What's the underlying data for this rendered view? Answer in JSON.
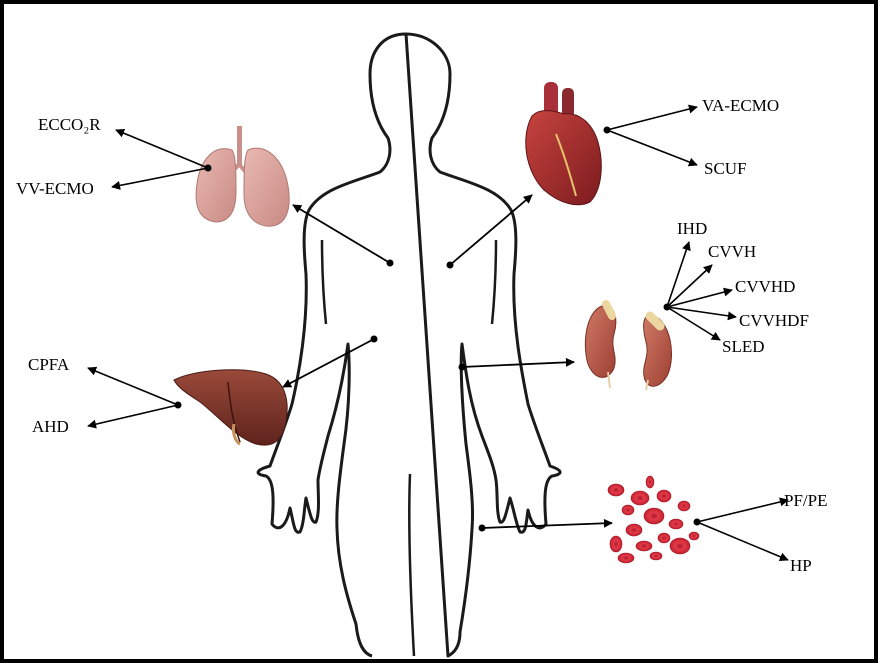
{
  "labels": {
    "lungs": [
      "ECCO₂R",
      "VV-ECMO"
    ],
    "heart": [
      "VA-ECMO",
      "SCUF"
    ],
    "kidneys": [
      "IHD",
      "CVVH",
      "CVVHD",
      "CVVHDF",
      "SLED"
    ],
    "liver": [
      "CPFA",
      "AHD"
    ],
    "blood": [
      "PF/PE",
      "HP"
    ]
  },
  "colors": {
    "lung": "#d9a09a",
    "heart": "#9e2a2b",
    "liver": "#7a3328",
    "kidney": "#b95a4a",
    "blood": "#d8283a",
    "outline": "#1a1a1a"
  }
}
